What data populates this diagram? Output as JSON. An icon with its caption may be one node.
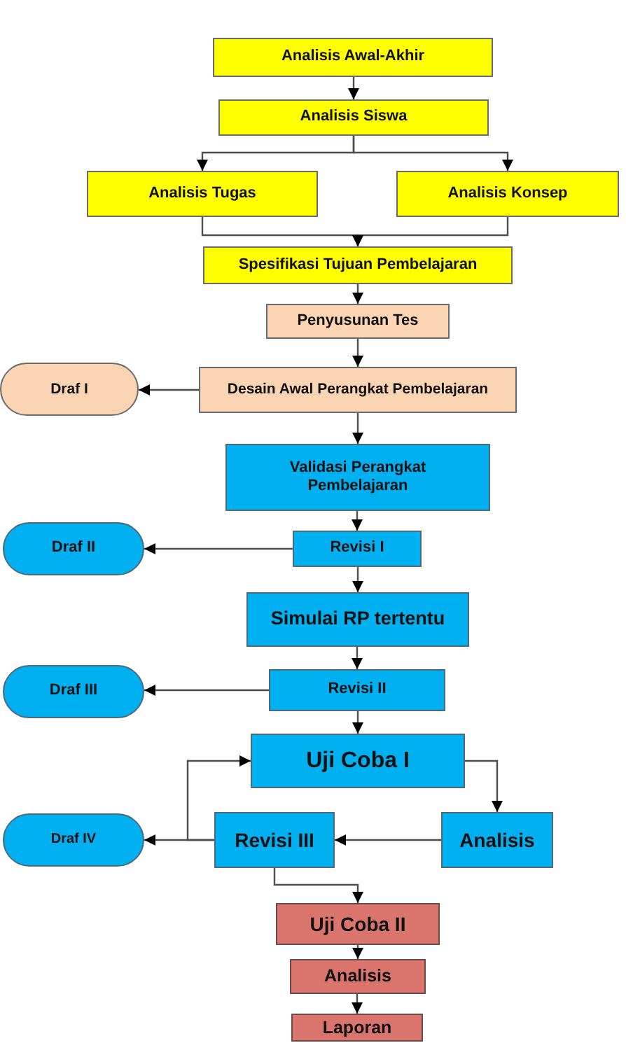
{
  "diagram": {
    "nodes": [
      {
        "text": [
          "Analisis Awal-Akhir"
        ]
      },
      {
        "text": [
          "Analisis Siswa"
        ]
      },
      {
        "text": [
          "Analisis Tugas"
        ]
      },
      {
        "text": [
          "Analisis Konsep"
        ]
      },
      {
        "text": [
          "Spesifikasi Tujuan Pembelajaran"
        ]
      },
      {
        "text": [
          "Penyusunan Tes"
        ]
      },
      {
        "text": [
          "Desain Awal Perangkat Pembelajaran"
        ]
      },
      {
        "text": [
          "Draf I"
        ]
      },
      {
        "text": [
          "Validasi Perangkat Pembelajaran"
        ]
      },
      {
        "text": [
          "Revisi I"
        ]
      },
      {
        "text": [
          "Draf II"
        ]
      },
      {
        "text": [
          "Simulai RP tertentu"
        ]
      },
      {
        "text": [
          "Revisi II"
        ]
      },
      {
        "text": [
          "Draf III"
        ]
      },
      {
        "text": [
          "Uji Coba I"
        ]
      },
      {
        "text": [
          "Revisi III"
        ]
      },
      {
        "text": [
          "Analisis"
        ]
      },
      {
        "text": [
          "Draf IV"
        ]
      },
      {
        "text": [
          "Uji Coba II"
        ]
      },
      {
        "text": [
          "Analisis"
        ]
      },
      {
        "text": [
          "Laporan"
        ]
      }
    ],
    "edges": [
      {
        "from": 0,
        "to": 1,
        "arrow": "to"
      },
      {
        "from": 1,
        "to": 2,
        "arrow": "to"
      },
      {
        "from": 1,
        "to": 3,
        "arrow": "to"
      },
      {
        "from": 2,
        "to": 4,
        "arrow": "to"
      },
      {
        "from": 3,
        "to": 4,
        "arrow": "to"
      },
      {
        "from": 4,
        "to": 5,
        "arrow": "to"
      },
      {
        "from": 5,
        "to": 6,
        "arrow": "to"
      },
      {
        "from": 6,
        "to": 7,
        "arrow": "to"
      },
      {
        "from": 6,
        "to": 8,
        "arrow": "to"
      },
      {
        "from": 8,
        "to": 9,
        "arrow": "to"
      },
      {
        "from": 9,
        "to": 10,
        "arrow": "to"
      },
      {
        "from": 9,
        "to": 11,
        "arrow": "to"
      },
      {
        "from": 11,
        "to": 12,
        "arrow": "to"
      },
      {
        "from": 12,
        "to": 13,
        "arrow": "to"
      },
      {
        "from": 12,
        "to": 14,
        "arrow": "to"
      },
      {
        "from": 14,
        "to": 16,
        "arrow": "to"
      },
      {
        "from": 16,
        "to": 15,
        "arrow": "to"
      },
      {
        "from": 15,
        "to": 17,
        "arrow": "to"
      },
      {
        "from": 15,
        "to": 14,
        "arrow": "to"
      },
      {
        "from": 15,
        "to": 18,
        "arrow": "to"
      },
      {
        "from": 18,
        "to": 19,
        "arrow": "to"
      },
      {
        "from": 19,
        "to": 20,
        "arrow": "to"
      }
    ]
  }
}
